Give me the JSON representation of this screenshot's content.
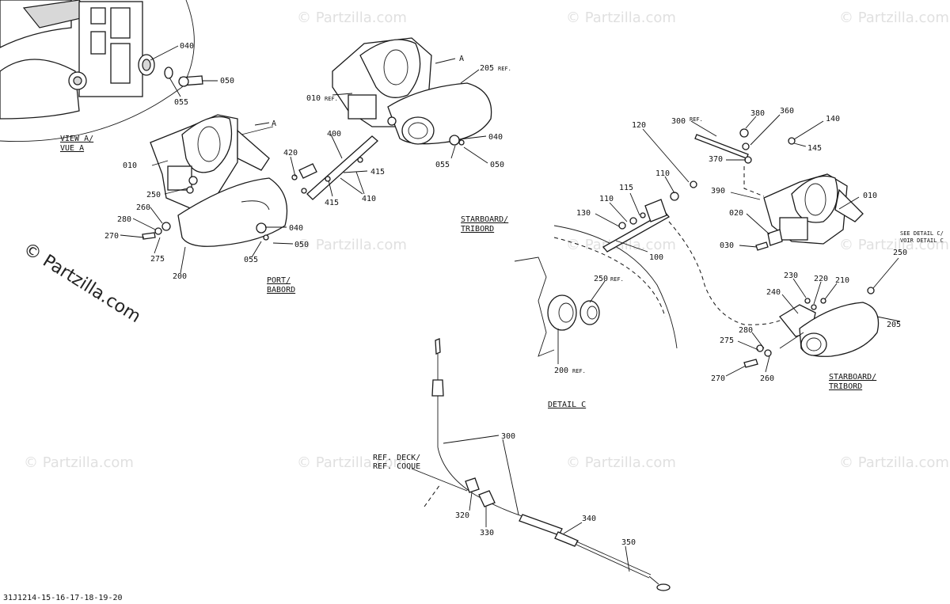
{
  "watermark": {
    "text": "© Partzilla.com",
    "faint_text": "© Partzilla.com"
  },
  "views": {
    "view_a": "VIEW A/",
    "vue_a": "VUE A",
    "port": "PORT/",
    "babord": "BABORD",
    "starboard_left": "STARBOARD/",
    "tribord_left": "TRIBORD",
    "starboard_right": "STARBOARD/",
    "tribord_right": "TRIBORD",
    "detail_c": "DETAIL C",
    "see_detail_1": "SEE DETAIL C/",
    "see_detail_2": "VOIR DETAIL C",
    "ref_deck": "REF. DECK/",
    "ref_coque": "REF. COQUE"
  },
  "arrows": {
    "a": "A",
    "ref_suffix": "REF."
  },
  "parts": {
    "p010": "010",
    "p020": "020",
    "p030": "030",
    "p040": "040",
    "p050": "050",
    "p055": "055",
    "p100": "100",
    "p110": "110",
    "p115": "115",
    "p120": "120",
    "p130": "130",
    "p140": "140",
    "p145": "145",
    "p200": "200",
    "p205": "205",
    "p210": "210",
    "p220": "220",
    "p230": "230",
    "p240": "240",
    "p250": "250",
    "p260": "260",
    "p270": "270",
    "p275": "275",
    "p280": "280",
    "p300": "300",
    "p320": "320",
    "p330": "330",
    "p340": "340",
    "p350": "350",
    "p360": "360",
    "p370": "370",
    "p380": "380",
    "p390": "390",
    "p400": "400",
    "p410": "410",
    "p415": "415",
    "p420": "420"
  },
  "footer": {
    "code": "31J1214-15-16-17-18-19-20"
  }
}
